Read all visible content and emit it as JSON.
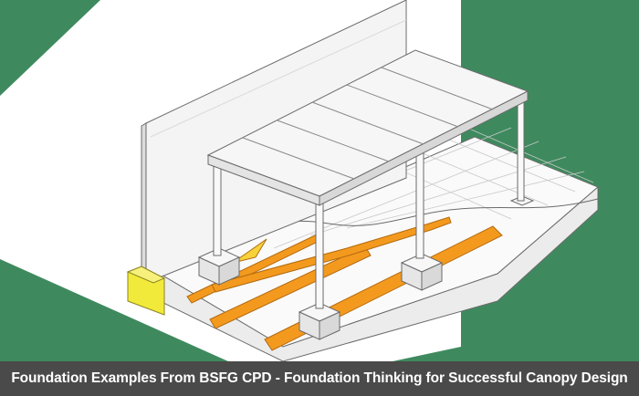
{
  "caption": "Foundation Examples From BSFG CPD - Foundation Thinking for Successful Canopy Design",
  "colors": {
    "background": "#3e8a5e",
    "caption_bar": "#4a4a4a",
    "pipe": "#f39a1e",
    "yellow_block": "#f2ea3a",
    "concrete": "#f2f2f2",
    "line": "#6b6b6b"
  },
  "illustration": {
    "subject": "isometric canopy structure on pad foundations with buried service pipes",
    "pads": 4,
    "posts": 4,
    "roof_panels": 6,
    "pipes": 4
  }
}
